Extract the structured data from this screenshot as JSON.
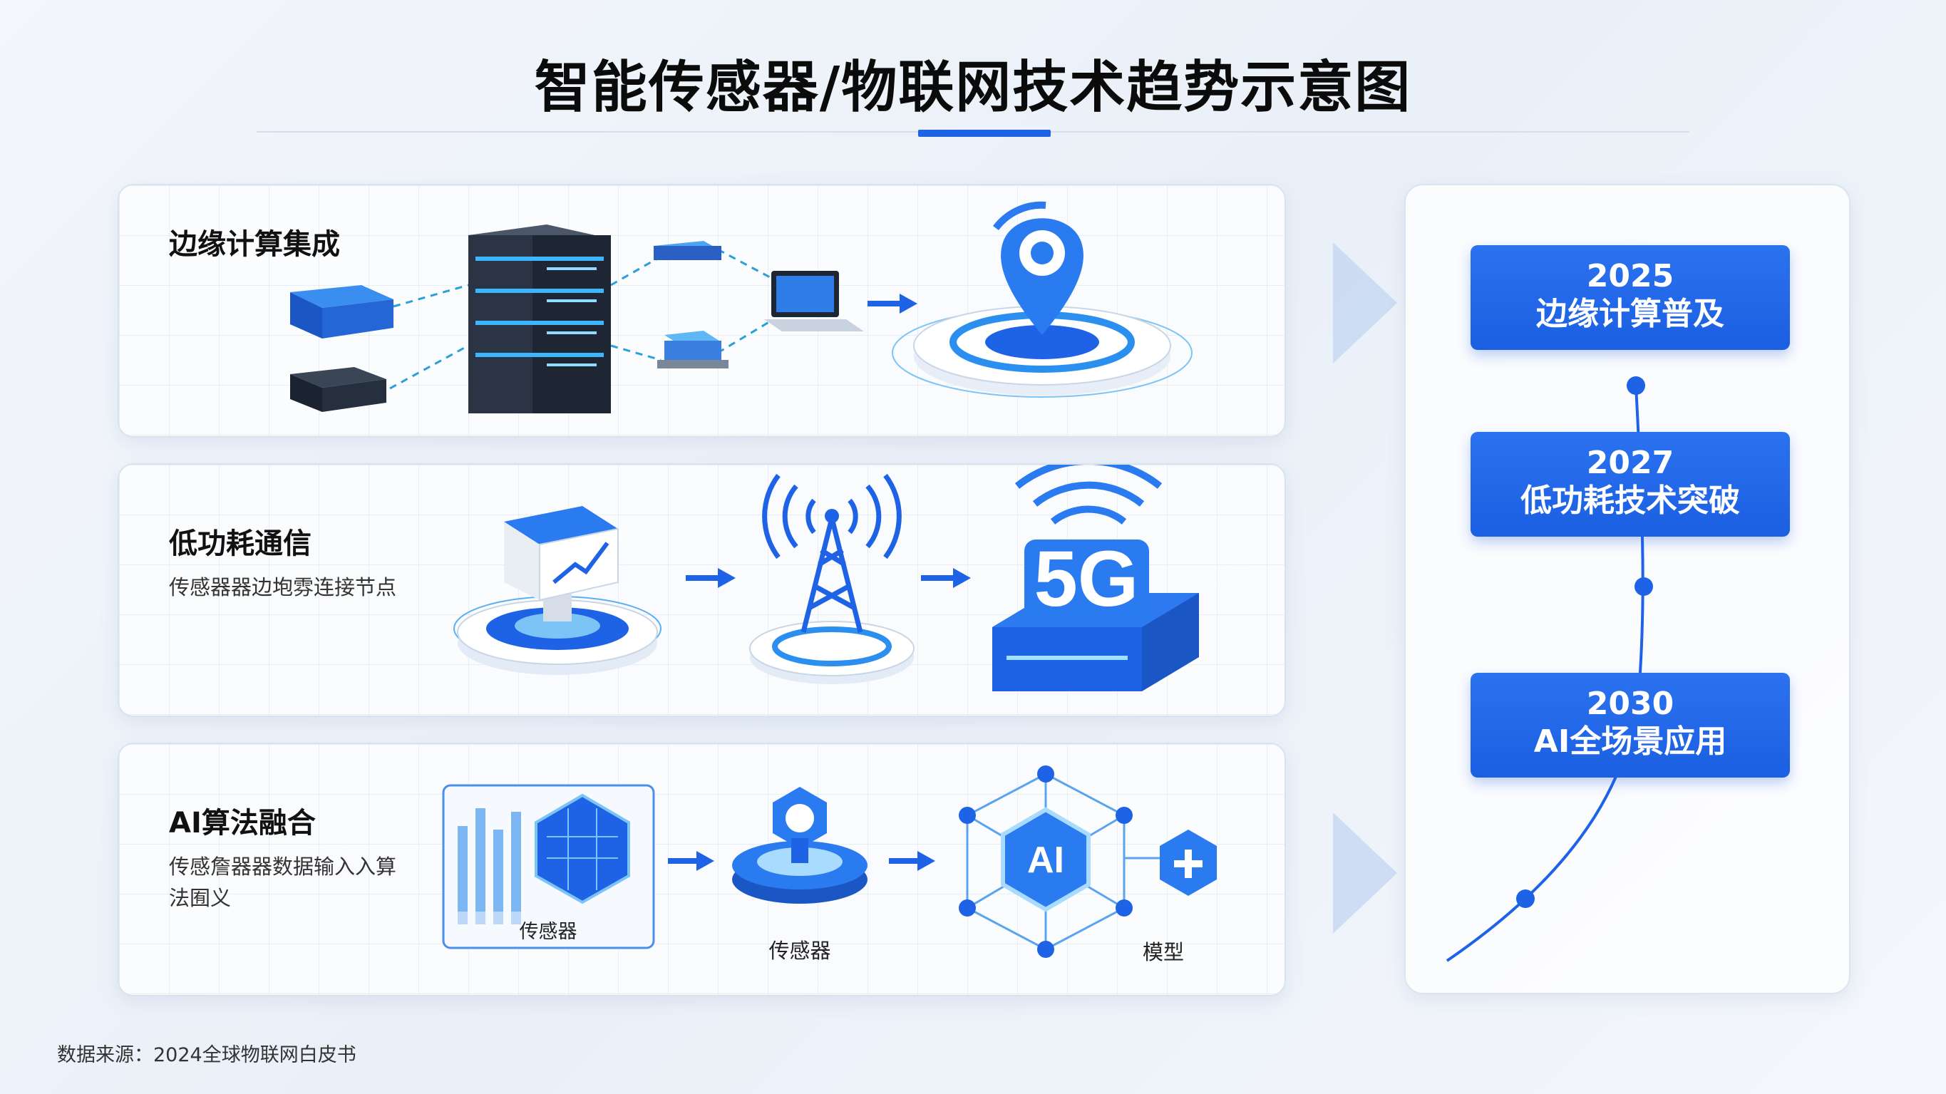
{
  "title": "智能传感器/物联网技术趋势示意图",
  "panels": [
    {
      "title": "边缘计算集成",
      "subtitle": ""
    },
    {
      "title": "低功耗通信",
      "subtitle": "传感器器边垉雰连接节点",
      "icon_text": "5G"
    },
    {
      "title": "AI算法融合",
      "subtitle": "传感詹器器数据输入入算法囿义",
      "labels": [
        "传感器",
        "传感器",
        "模型"
      ],
      "icon_text": "AI"
    }
  ],
  "timeline": [
    {
      "year": "2025",
      "label": "边缘计算普及"
    },
    {
      "year": "2027",
      "label": "低功耗技术突破"
    },
    {
      "year": "2030",
      "label": "AI全场景应用"
    }
  ],
  "source": "数据来源：2024全球物联网白皮书",
  "colors": {
    "accent": "#1e63e6",
    "milestone": "#1b5fe2",
    "background": "#eef3f9"
  }
}
